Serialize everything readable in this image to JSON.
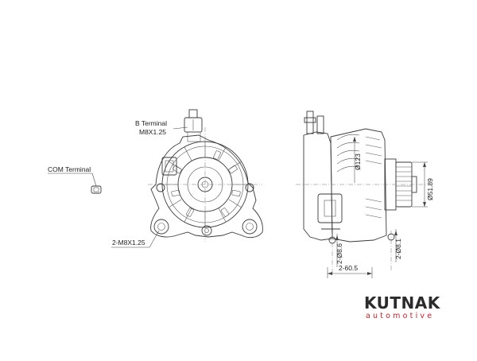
{
  "labels": {
    "b_terminal": "B Terminal",
    "b_thread": "M8X1.25",
    "com_terminal": "COM Terminal",
    "mount_holes": "2-M8X1.25"
  },
  "dimensions": {
    "d123": "Ø123",
    "d51": "Ø51.89",
    "hole_left": "2-Ø8.6",
    "hole_right": "2-Ø8.1",
    "spacing": "2-60.5"
  },
  "logo": {
    "name": "KUTNAK",
    "sub": "automotive",
    "accent": "#c8202a"
  }
}
